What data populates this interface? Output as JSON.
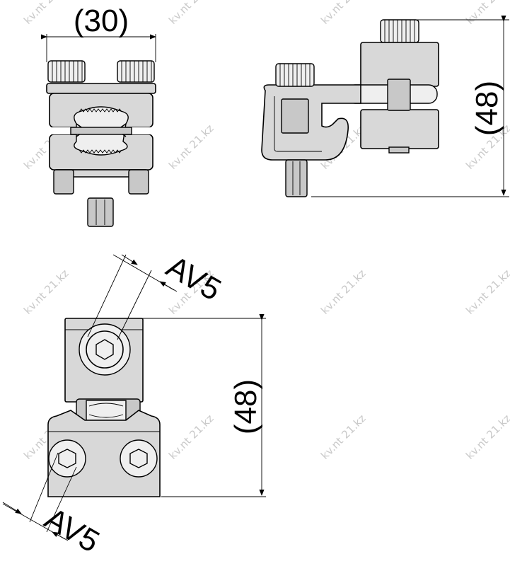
{
  "dimensions": {
    "width_label": "(30)",
    "height_label_top": "(48)",
    "height_label_bottom": "(48)",
    "hex_key_top": "AV5",
    "hex_key_bottom": "AV5"
  },
  "watermark": "kv.nt 21.kz"
}
